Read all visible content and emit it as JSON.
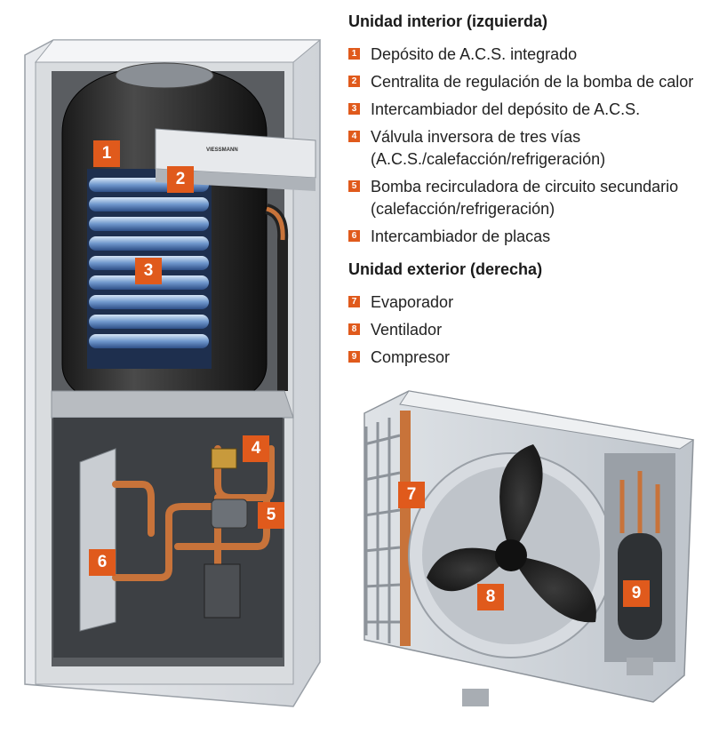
{
  "legend": {
    "indoor_title": "Unidad interior (izquierda)",
    "outdoor_title": "Unidad exterior (derecha)",
    "indoor_items": [
      {
        "num": "1",
        "text": "Depósito de A.C.S. integrado"
      },
      {
        "num": "2",
        "text": "Centralita de regulación de la bomba de calor"
      },
      {
        "num": "3",
        "text": "Intercambiador del depósito de A.C.S."
      },
      {
        "num": "4",
        "text": "Válvula inversora de tres vías (A.C.S./calefacción/refrigeración)"
      },
      {
        "num": "5",
        "text": "Bomba recirculadora de circuito secundario (calefacción/refrigeración)"
      },
      {
        "num": "6",
        "text": "Intercambiador de placas"
      }
    ],
    "outdoor_items": [
      {
        "num": "7",
        "text": "Evaporador"
      },
      {
        "num": "8",
        "text": "Ventilador"
      },
      {
        "num": "9",
        "text": "Compresor"
      }
    ]
  },
  "markers": [
    "1",
    "2",
    "3",
    "4",
    "5",
    "6",
    "7",
    "8",
    "9"
  ],
  "brand_logo": "VIESSMANN",
  "colors": {
    "accent": "#e05a1c",
    "copper": "#c8733a",
    "tank": "#2a2a2a",
    "coil": "#7fa6d6"
  }
}
